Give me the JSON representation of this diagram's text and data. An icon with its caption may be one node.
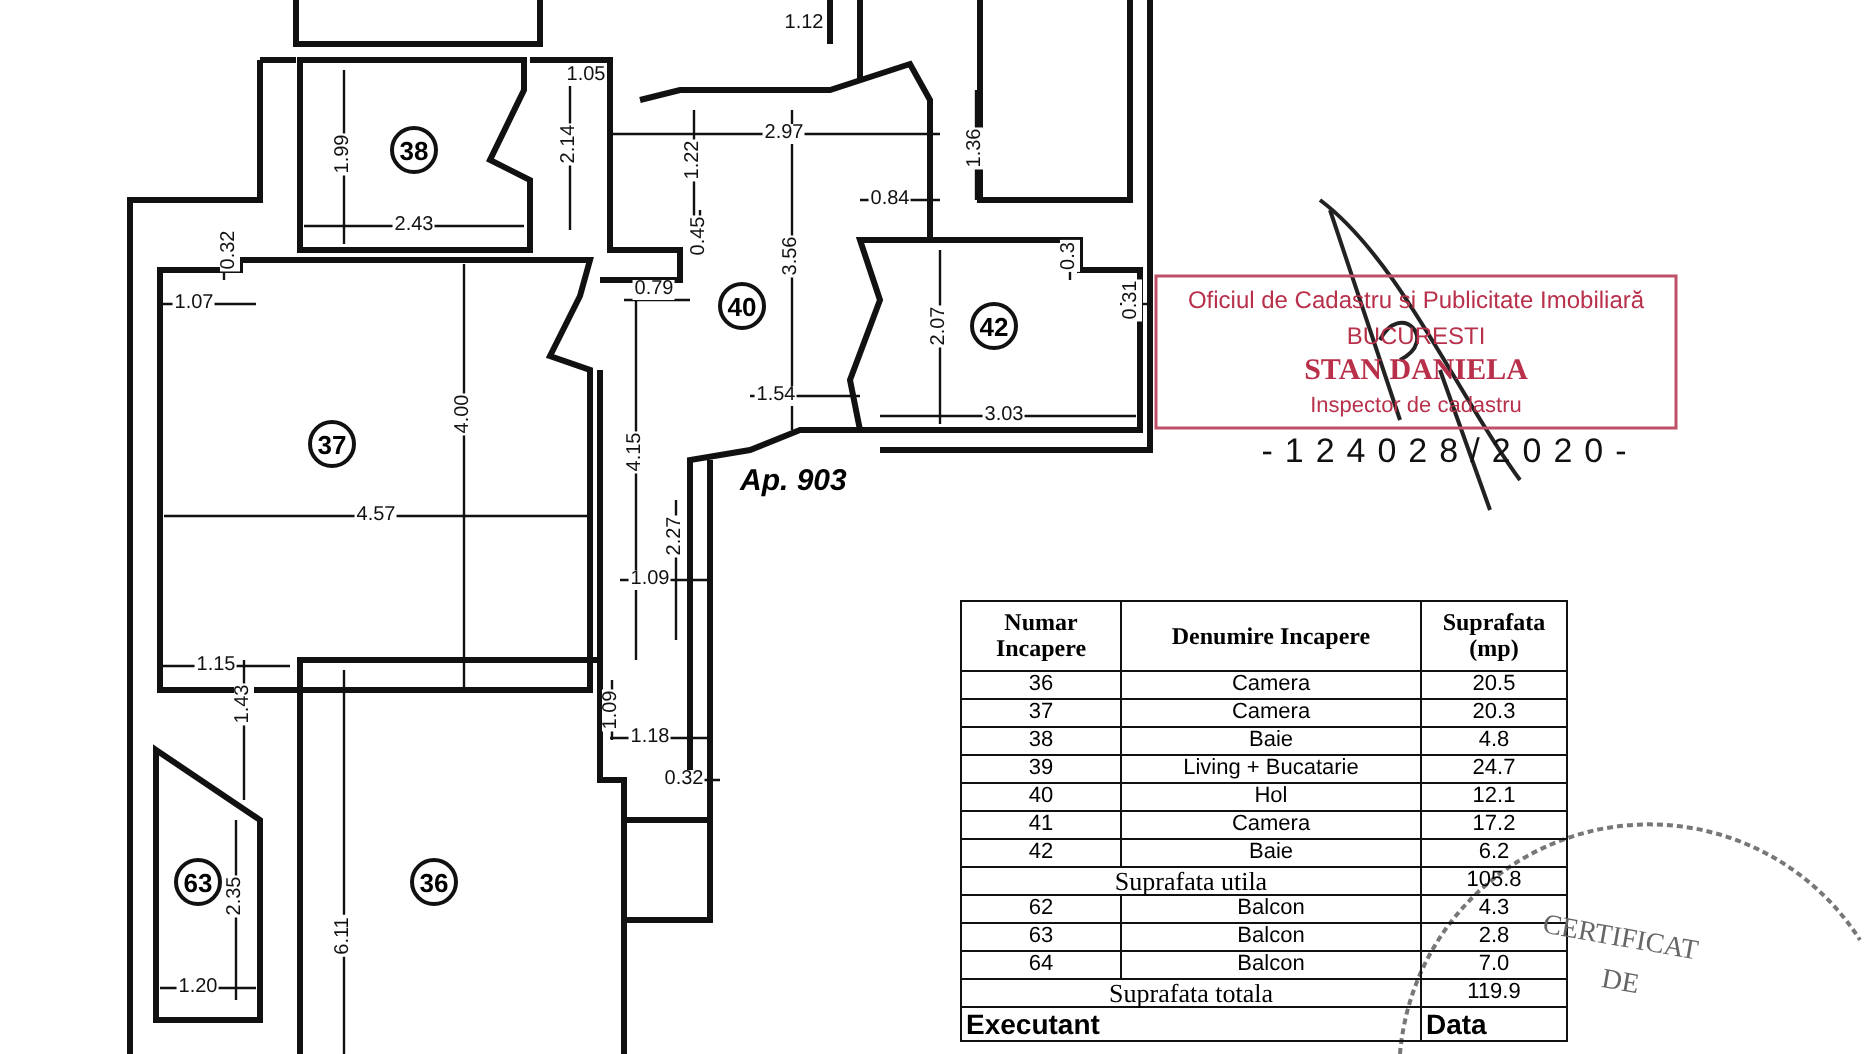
{
  "diagram": {
    "nodes": [
      {
        "text": [
          "38"
        ]
      },
      {
        "text": [
          "40"
        ]
      },
      {
        "text": [
          "42"
        ]
      },
      {
        "text": [
          "37"
        ]
      },
      {
        "text": [
          "63"
        ]
      },
      {
        "text": [
          "36"
        ]
      }
    ],
    "labels": [
      "1.12",
      "1.05",
      "1.99",
      "2.14",
      "2.97",
      "1.22",
      "1.36",
      "2.43",
      "0.84",
      "0.32",
      "0.45",
      "0.79",
      "3.56",
      "0.3",
      "0.31",
      "2.07",
      "1.07",
      "1.54",
      "3.03",
      "4.00",
      "4.15",
      "4.57",
      "2.27",
      "1.09",
      "1.15",
      "1.43",
      "1.09",
      "1.18",
      "0.32",
      "2.35",
      "6.11",
      "1.20",
      "Ap. 903",
      "Oficiul de Cadastru si Publicitate Imobiliară",
      "BUCURESTI",
      "STAN DANIELA",
      "Inspector de cadastru",
      "-124028/2020-",
      "Numar Incapere",
      "Denumire Incapere",
      "Suprafata (mp)",
      "36",
      "Camera",
      "20.5",
      "37",
      "Camera",
      "20.3",
      "38",
      "Baie",
      "4.8",
      "39",
      "Living + Bucatarie",
      "24.7",
      "40",
      "Hol",
      "12.1",
      "41",
      "Camera",
      "17.2",
      "42",
      "Baie",
      "6.2",
      "Suprafata utila",
      "105.8",
      "62",
      "Balcon",
      "4.3",
      "63",
      "Balcon",
      "2.8",
      "64",
      "Balcon",
      "7.0",
      "Suprafata totala",
      "119.9",
      "Executant",
      "Data",
      "CERTIFICAT",
      "DE"
    ]
  }
}
